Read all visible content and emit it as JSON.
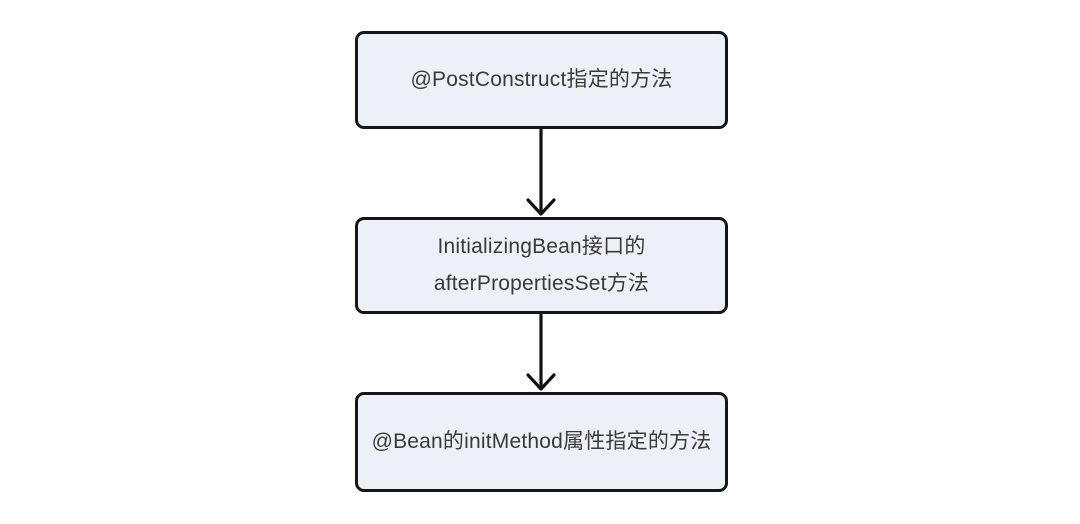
{
  "diagram": {
    "type": "flowchart",
    "orientation": "top-down",
    "colors": {
      "background": "#ffffff",
      "node_fill": "#eef0f8",
      "node_border": "#161616",
      "arrow": "#111111",
      "text": "#3a3a3a"
    },
    "nodes": [
      {
        "id": "post-construct",
        "lines": [
          "@PostConstruct指定的方法"
        ]
      },
      {
        "id": "initializing-bean",
        "lines": [
          "InitializingBean接口的",
          "afterPropertiesSet方法"
        ]
      },
      {
        "id": "bean-init-method",
        "lines": [
          "@Bean的initMethod属性指定的方法"
        ]
      }
    ],
    "connectors": [
      {
        "from": "post-construct",
        "to": "initializing-bean",
        "direction": "down"
      },
      {
        "from": "initializing-bean",
        "to": "bean-init-method",
        "direction": "down"
      }
    ]
  }
}
